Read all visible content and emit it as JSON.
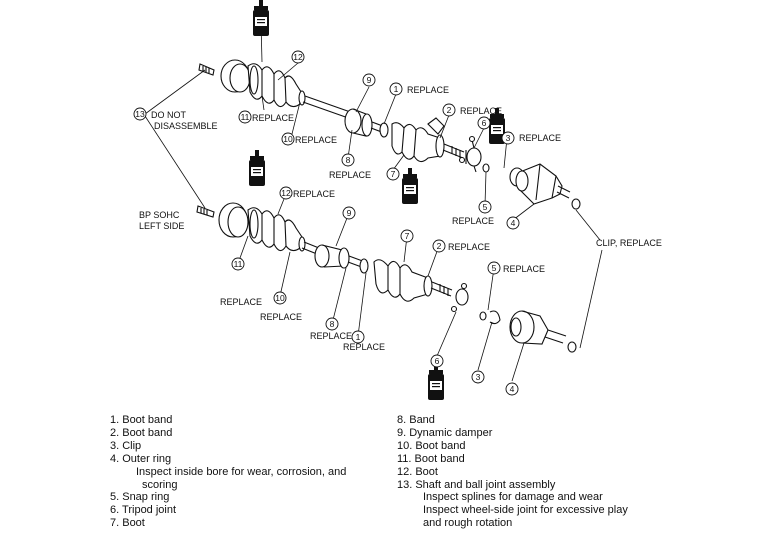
{
  "diagram": {
    "callouts": {
      "c1_top": "1",
      "c2_top": "2",
      "c3_top": "3",
      "c4_top": "4",
      "c5_top": "5",
      "c6_top": "6",
      "c7_top": "7",
      "c8_top": "8",
      "c9_top": "9",
      "c10_top": "10",
      "c11_top": "11",
      "c12_top": "12",
      "c13": "13",
      "c1_bot": "1",
      "c2_bot": "2",
      "c3_bot": "3",
      "c4_bot": "4",
      "c5_bot": "5",
      "c6_bot": "6",
      "c7_bot": "7",
      "c8_bot": "8",
      "c9_bot": "9",
      "c10_bot": "10",
      "c11_bot": "11",
      "c12_bot": "12"
    },
    "labels": {
      "do_not": "DO NOT",
      "disassemble": "DISASSEMBLE",
      "bp_sohc": "BP SOHC",
      "left_side": "LEFT SIDE",
      "replace": "REPLACE",
      "clip_replace": "CLIP, REPLACE"
    }
  },
  "legend": {
    "left": [
      {
        "text": "1. Boot band",
        "level": 0
      },
      {
        "text": "2. Boot band",
        "level": 0
      },
      {
        "text": "3. Clip",
        "level": 0
      },
      {
        "text": "4. Outer ring",
        "level": 0
      },
      {
        "text": "Inspect inside bore for wear, corrosion, and",
        "level": 1
      },
      {
        "text": "scoring",
        "level": 2
      },
      {
        "text": "5. Snap ring",
        "level": 0
      },
      {
        "text": "6. Tripod joint",
        "level": 0
      },
      {
        "text": "7. Boot",
        "level": 0
      }
    ],
    "right": [
      {
        "text": "8. Band",
        "level": 0
      },
      {
        "text": "9. Dynamic damper",
        "level": 0
      },
      {
        "text": "10. Boot band",
        "level": 0
      },
      {
        "text": "11. Boot band",
        "level": 0
      },
      {
        "text": "12. Boot",
        "level": 0
      },
      {
        "text": "13. Shaft and ball joint assembly",
        "level": 0
      },
      {
        "text": "Inspect splines for damage and wear",
        "level": 1
      },
      {
        "text": "Inspect wheel-side joint for excessive play",
        "level": 1
      },
      {
        "text": "and rough rotation",
        "level": 1
      }
    ]
  }
}
